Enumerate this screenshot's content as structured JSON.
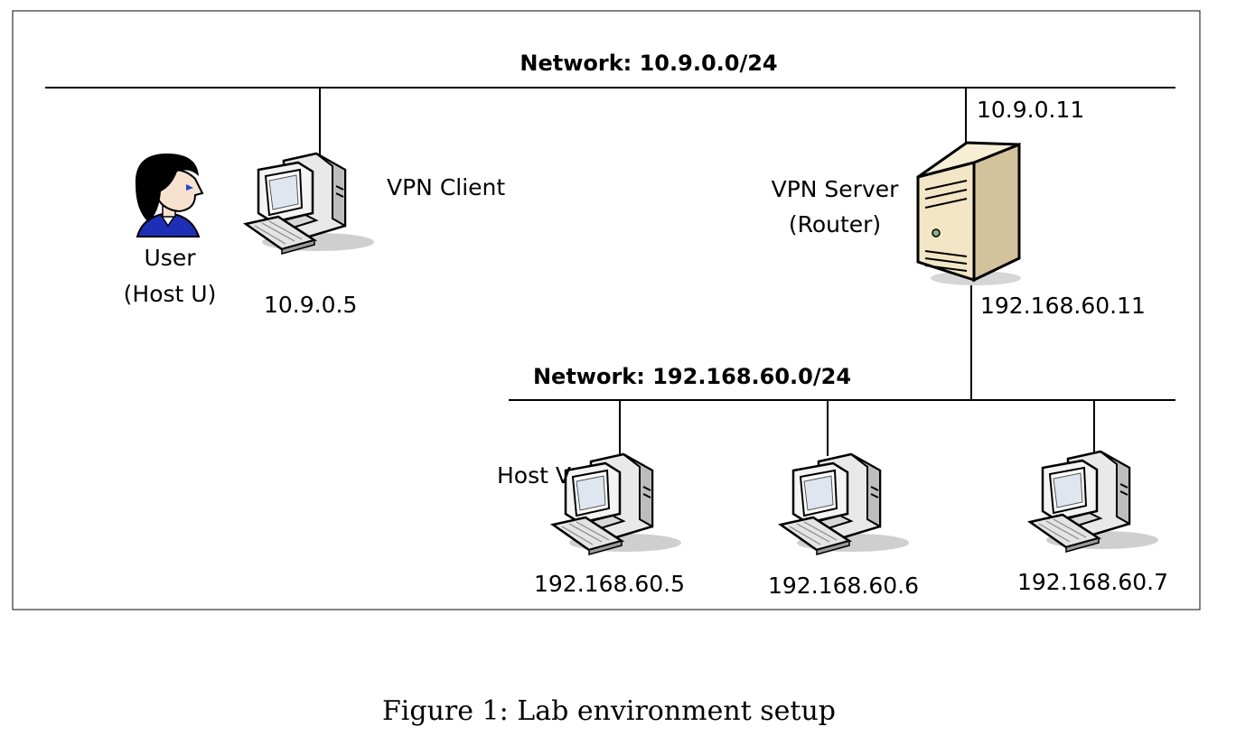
{
  "networks": {
    "upper": {
      "label": "Network: 10.9.0.0/24"
    },
    "lower": {
      "label": "Network: 192.168.60.0/24"
    }
  },
  "nodes": {
    "user": {
      "line1": "User",
      "line2": "(Host U)"
    },
    "vpn_client": {
      "label": "VPN Client",
      "ip": "10.9.0.5"
    },
    "vpn_server": {
      "line1": "VPN Server",
      "line2": "(Router)",
      "ip_upper": "10.9.0.11",
      "ip_lower": "192.168.60.11"
    },
    "host_v": {
      "label": "Host V",
      "ip": "192.168.60.5"
    },
    "host_6": {
      "ip": "192.168.60.6"
    },
    "host_7": {
      "ip": "192.168.60.7"
    }
  },
  "caption": "Figure 1: Lab environment setup",
  "icons": {
    "user": "person-icon",
    "computer": "desktop-computer-icon",
    "server": "tower-server-icon"
  },
  "colors": {
    "line": "#000000",
    "user_shirt": "#1f2fb5",
    "server_body": "#f2e6c6",
    "monitor_screen": "#ffffff"
  }
}
